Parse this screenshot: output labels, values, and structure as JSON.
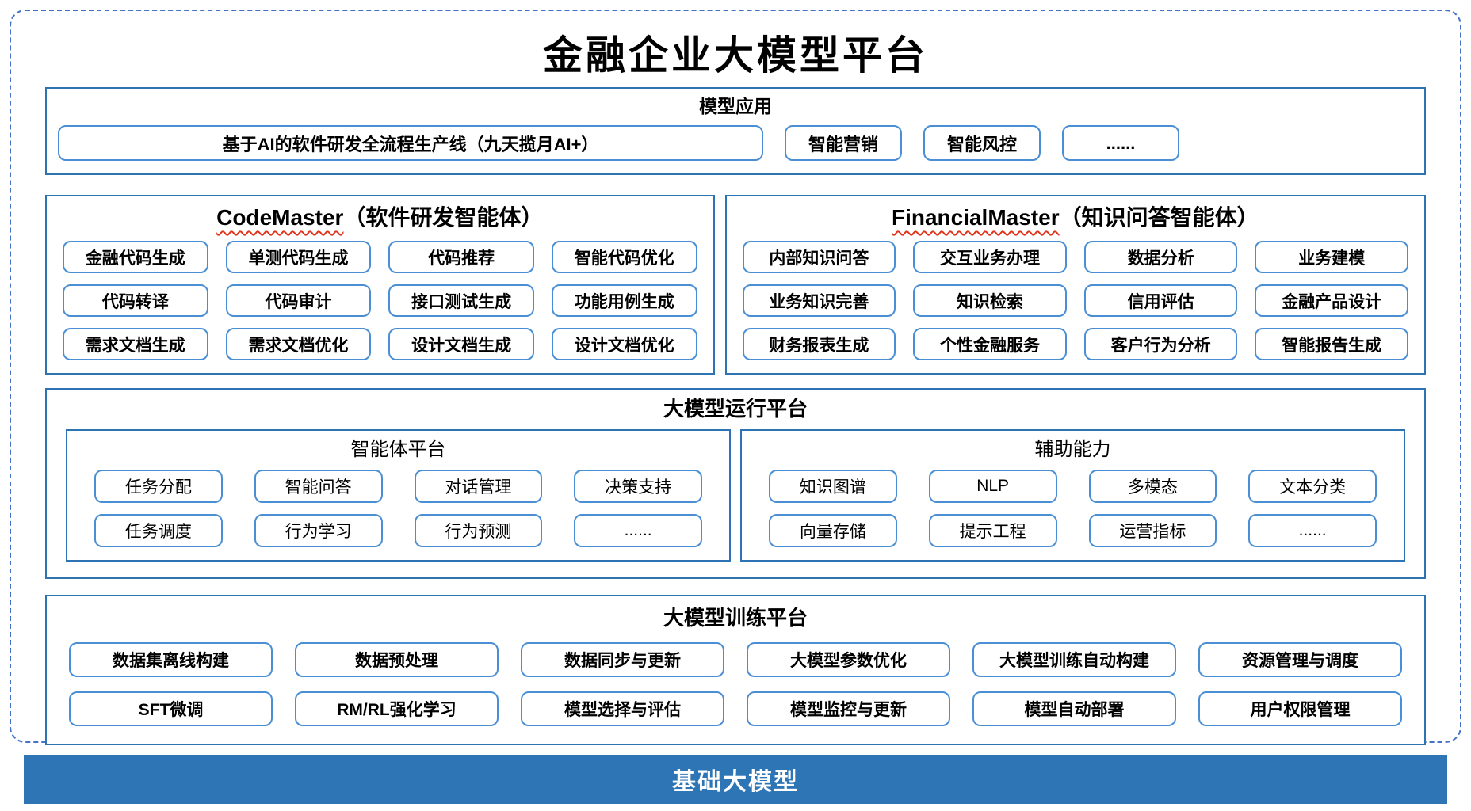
{
  "title": "金融企业大模型平台",
  "model_app": {
    "title": "模型应用",
    "main_button": "基于AI的软件研发全流程生产线（九天揽月AI+）",
    "buttons": [
      "智能营销",
      "智能风控",
      "......"
    ]
  },
  "code_master": {
    "name_en": "CodeMaster",
    "name_zh": "（软件研发智能体）",
    "items": [
      "金融代码生成",
      "单测代码生成",
      "代码推荐",
      "智能代码优化",
      "代码转译",
      "代码审计",
      "接口测试生成",
      "功能用例生成",
      "需求文档生成",
      "需求文档优化",
      "设计文档生成",
      "设计文档优化"
    ]
  },
  "financial_master": {
    "name_en": "FinancialMaster",
    "name_zh": "（知识问答智能体）",
    "items": [
      "内部知识问答",
      "交互业务办理",
      "数据分析",
      "业务建模",
      "业务知识完善",
      "知识检索",
      "信用评估",
      "金融产品设计",
      "财务报表生成",
      "个性金融服务",
      "客户行为分析",
      "智能报告生成"
    ]
  },
  "runtime_platform": {
    "title": "大模型运行平台",
    "agent_platform": {
      "title": "智能体平台",
      "items": [
        "任务分配",
        "智能问答",
        "对话管理",
        "决策支持",
        "任务调度",
        "行为学习",
        "行为预测",
        "......"
      ]
    },
    "aux_capability": {
      "title": "辅助能力",
      "items": [
        "知识图谱",
        "NLP",
        "多模态",
        "文本分类",
        "向量存储",
        "提示工程",
        "运营指标",
        "......"
      ]
    }
  },
  "training_platform": {
    "title": "大模型训练平台",
    "items": [
      "数据集离线构建",
      "数据预处理",
      "数据同步与更新",
      "大模型参数优化",
      "大模型训练自动构建",
      "资源管理与调度",
      "SFT微调",
      "RM/RL强化学习",
      "模型选择与评估",
      "模型监控与更新",
      "模型自动部署",
      "用户权限管理"
    ]
  },
  "base_model": {
    "title": "基础大模型"
  },
  "colors": {
    "frame_dashed_border": "#4472C4",
    "section_border": "#2E74B5",
    "pill_border": "#4A8FD4",
    "base_bar_background": "#2E75B6",
    "base_bar_text": "#FFFFFF",
    "spellcheck_underline": "#E0351B",
    "text": "#000000"
  }
}
